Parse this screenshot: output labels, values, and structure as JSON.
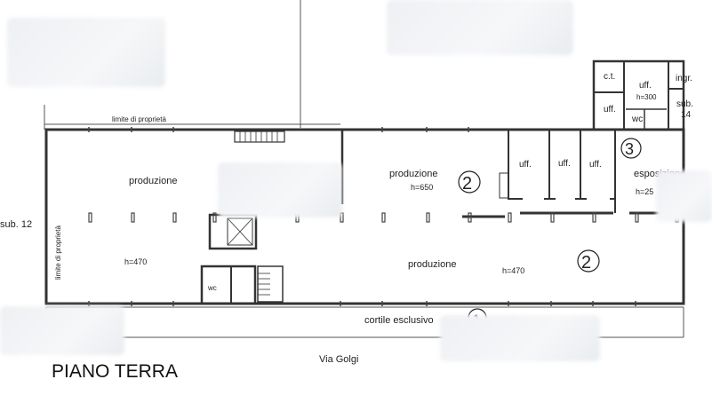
{
  "plan_title": "PIANO TERRA",
  "street": "Via Golgi",
  "property_limit": "limite di proprietà",
  "labels": {
    "produzione_left": "produzione",
    "produzione_center": "produzione",
    "produzione_bottom": "produzione",
    "h650": "h=650",
    "h470_left": "h=470",
    "h470_right": "h=470",
    "h300": "h=300",
    "h25": "h=25",
    "uff": "uff.",
    "ct": "c.t.",
    "ingr": "ingr.",
    "sub14": "sub.",
    "sub14_num": "14",
    "sub12": "sub. 12",
    "wc": "wc",
    "esposizione": "esposizione",
    "cortile": "cortile esclusivo"
  },
  "markers": [
    "1",
    "2",
    "2",
    "3"
  ]
}
